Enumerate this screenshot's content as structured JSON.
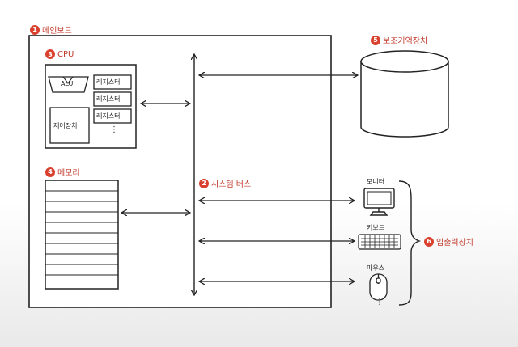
{
  "labels": {
    "mainboard": {
      "num": "1",
      "text": "메인보드"
    },
    "system_bus": {
      "num": "2",
      "text": "시스템 버스"
    },
    "cpu": {
      "num": "3",
      "text": "CPU"
    },
    "memory": {
      "num": "4",
      "text": "메모리"
    },
    "storage": {
      "num": "5",
      "text": "보조기억장치"
    },
    "io": {
      "num": "6",
      "text": "입출력장치"
    }
  },
  "cpu_parts": {
    "alu": "ALU",
    "control_unit": "제어장치",
    "registers": [
      "레지스터",
      "레지스터",
      "레지스터"
    ],
    "more": "⋮"
  },
  "io_devices": {
    "monitor": "모니터",
    "keyboard": "키보드",
    "mouse": "마우스",
    "more": "⋮"
  },
  "colors": {
    "accent": "#d9412e",
    "line": "#222222"
  }
}
